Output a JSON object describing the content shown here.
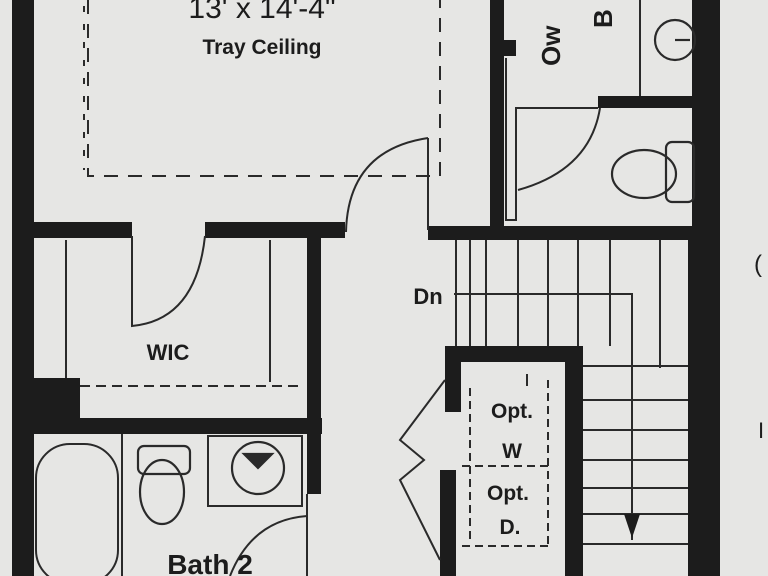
{
  "plan": {
    "primary_dimensions": "13' x 14'-4\"",
    "primary_ceiling": "Tray Ceiling",
    "owner_bath_label_line1": "Ow",
    "owner_bath_label_line2": "B",
    "closet_label": "WIC",
    "stair_label": "Dn",
    "washer_label_line1": "Opt.",
    "washer_label_line2": "W",
    "dryer_label_line1": "Opt.",
    "dryer_label_line2": "D.",
    "bath2_label": "Bath 2",
    "edge_letter_1": "(",
    "edge_letter_2": "I"
  },
  "colors": {
    "paper": "#e6e6e4",
    "wall": "#1c1c1c",
    "line": "#2a2a2a"
  }
}
